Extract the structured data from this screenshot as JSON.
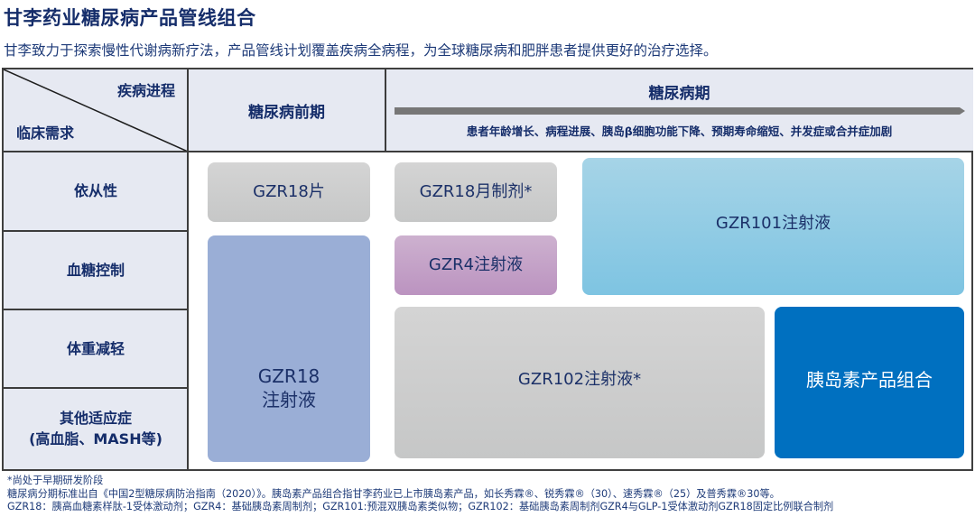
{
  "header": {
    "title": "甘李药业糖尿病产品管线组合",
    "subtitle": "甘李致力于探索慢性代谢病新疗法，产品管线计划覆盖疾病全病程，为全球糖尿病和肥胖患者提供更好的治疗选择。"
  },
  "table": {
    "corner": {
      "top_label": "疾病进程",
      "bottom_label": "临床需求"
    },
    "columns": {
      "prediabetes": "糖尿病前期",
      "diabetes": "糖尿病期",
      "progression_arrow_desc": "患者年龄增长、病程进展、胰岛β细胞功能下降、预期寿命缩短、并发症或合并症加剧"
    },
    "rows": [
      {
        "label": "依从性"
      },
      {
        "label": "血糖控制"
      },
      {
        "label": "体重减轻"
      },
      {
        "label": "其他适应症",
        "label2": "(高血脂、MASH等)"
      }
    ],
    "products": [
      {
        "id": "gzr18-tablet",
        "name": "GZR18片",
        "color": "#cbcccc"
      },
      {
        "id": "gzr18-injection",
        "name_line1": "GZR18",
        "name_line2": "注射液",
        "color": "#9aaed6"
      },
      {
        "id": "gzr18-monthly",
        "name": "GZR18月制剂*",
        "color": "#cbcccc"
      },
      {
        "id": "gzr4-injection",
        "name": "GZR4注射液",
        "color": "#c4a3c8"
      },
      {
        "id": "gzr101-injection",
        "name": "GZR101注射液",
        "color": "#92cbe4"
      },
      {
        "id": "gzr102-injection",
        "name": "GZR102注射液*",
        "color": "#cbcccc"
      },
      {
        "id": "insulin-portfolio",
        "name": "胰岛素产品组合",
        "color": "#0070c0"
      }
    ]
  },
  "footnotes": [
    "*尚处于早期研发阶段",
    "糖尿病分期标准出自《中国2型糖尿病防治指南（2020）》。胰岛素产品组合指甘李药业已上市胰岛素产品，如长秀霖®、锐秀霖®（30）、速秀霖®（25）及普秀霖®30等。",
    "GZR18：胰高血糖素样肽-1受体激动剂；GZR4：基础胰岛素周制剂；GZR101:预混双胰岛素类似物；GZR102：基础胰岛素周制剂GZR4与GLP-1受体激动剂GZR18固定比例联合制剂"
  ]
}
